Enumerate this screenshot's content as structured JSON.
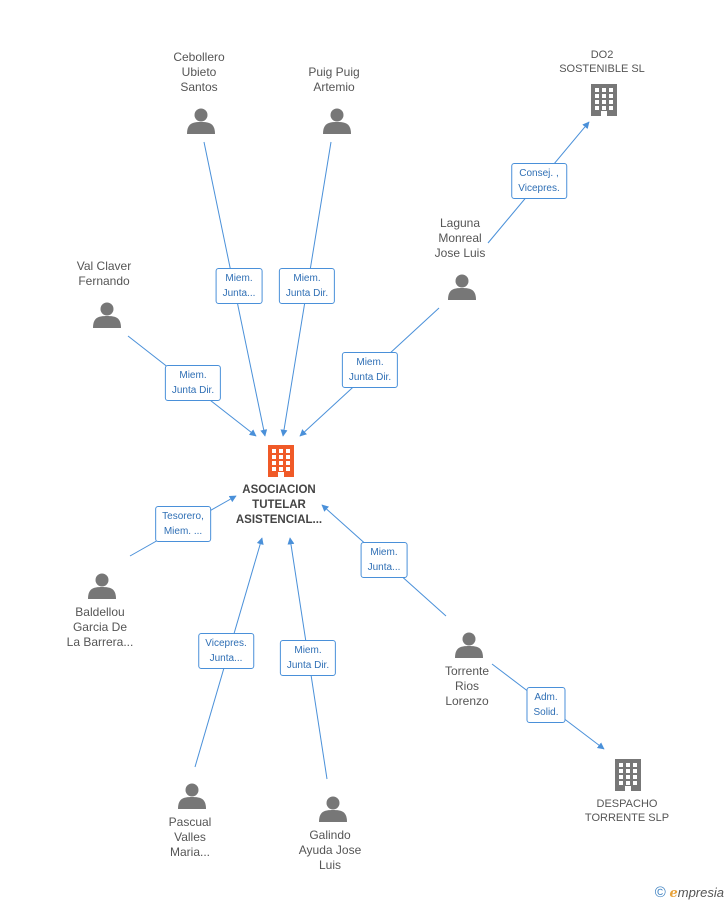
{
  "colors": {
    "person": "#777777",
    "company": "#777777",
    "center": "#f05a28",
    "edge": "#4a90d9"
  },
  "center": {
    "name": "ASOCIACION TUTELAR ASISTENCIAL...",
    "lines": [
      "ASOCIACION",
      "TUTELAR",
      "ASISTENCIAL..."
    ],
    "icon": "building-icon"
  },
  "nodes": [
    {
      "id": "cebollero",
      "type": "person",
      "lines": [
        "Cebollero",
        "Ubieto",
        "Santos"
      ],
      "icon": "person-icon"
    },
    {
      "id": "puig",
      "type": "person",
      "lines": [
        "Puig Puig",
        "Artemio"
      ],
      "icon": "person-icon"
    },
    {
      "id": "do2",
      "type": "company",
      "lines": [
        "DO2",
        "SOSTENIBLE SL"
      ],
      "icon": "building-icon"
    },
    {
      "id": "laguna",
      "type": "person",
      "lines": [
        "Laguna",
        "Monreal",
        "Jose Luis"
      ],
      "icon": "person-icon"
    },
    {
      "id": "valclaver",
      "type": "person",
      "lines": [
        "Val Claver",
        "Fernando"
      ],
      "icon": "person-icon"
    },
    {
      "id": "baldellou",
      "type": "person",
      "lines": [
        "Baldellou",
        "Garcia De",
        "La Barrera..."
      ],
      "icon": "person-icon"
    },
    {
      "id": "torrente",
      "type": "person",
      "lines": [
        "Torrente",
        "Rios",
        "Lorenzo"
      ],
      "icon": "person-icon"
    },
    {
      "id": "despacho",
      "type": "company",
      "lines": [
        "DESPACHO",
        "TORRENTE SLP"
      ],
      "icon": "building-icon"
    },
    {
      "id": "pascual",
      "type": "person",
      "lines": [
        "Pascual",
        "Valles",
        "Maria..."
      ],
      "icon": "person-icon"
    },
    {
      "id": "galindo",
      "type": "person",
      "lines": [
        "Galindo",
        "Ayuda Jose",
        "Luis"
      ],
      "icon": "person-icon"
    }
  ],
  "edges": [
    {
      "from": "cebollero",
      "to": "center",
      "label": [
        "Miem.",
        "Junta..."
      ]
    },
    {
      "from": "puig",
      "to": "center",
      "label": [
        "Miem.",
        "Junta Dir."
      ]
    },
    {
      "from": "valclaver",
      "to": "center",
      "label": [
        "Miem.",
        "Junta Dir."
      ]
    },
    {
      "from": "laguna",
      "to": "center",
      "label": [
        "Miem.",
        "Junta Dir."
      ]
    },
    {
      "from": "laguna",
      "to": "do2",
      "label": [
        "Consej. ,",
        "Vicepres."
      ]
    },
    {
      "from": "baldellou",
      "to": "center",
      "label": [
        "Tesorero,",
        "Miem. ..."
      ]
    },
    {
      "from": "torrente",
      "to": "center",
      "label": [
        "Miem.",
        "Junta..."
      ]
    },
    {
      "from": "torrente",
      "to": "despacho",
      "label": [
        "Adm.",
        "Solid."
      ]
    },
    {
      "from": "pascual",
      "to": "center",
      "label": [
        "Vicepres.",
        "Junta..."
      ]
    },
    {
      "from": "galindo",
      "to": "center",
      "label": [
        "Miem.",
        "Junta Dir."
      ]
    }
  ],
  "footer": {
    "copyright": "©",
    "brand_initial": "e",
    "brand_rest": "mpresia"
  }
}
